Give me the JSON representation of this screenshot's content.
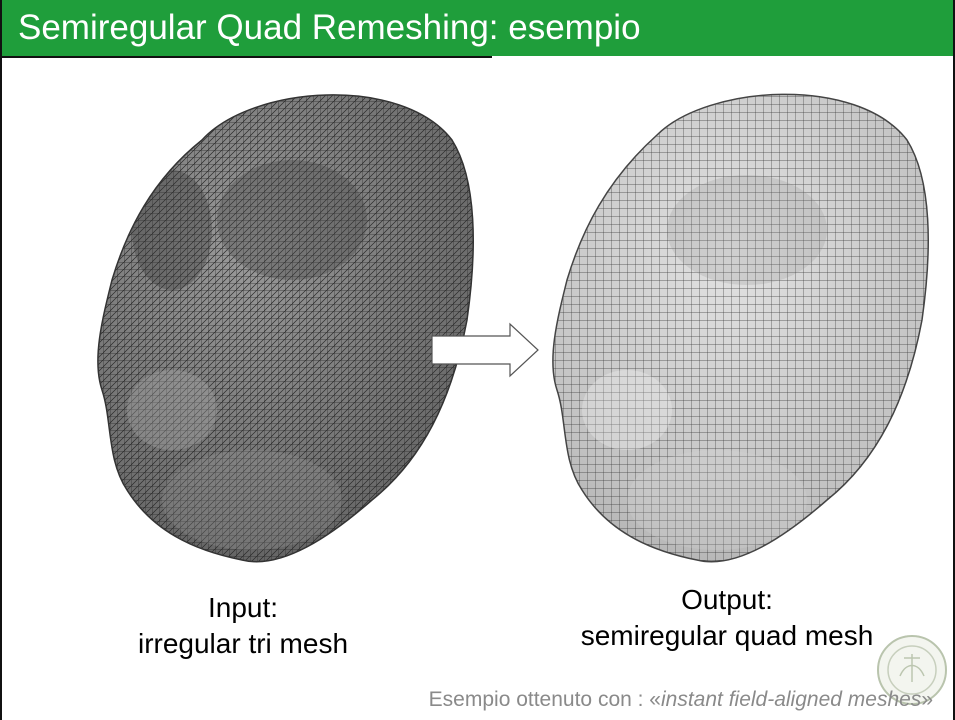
{
  "slide": {
    "title": "Semiregular Quad Remeshing: esempio",
    "input_caption_line1": "Input:",
    "input_caption_line2": "irregular tri mesh",
    "output_caption_line1": "Output:",
    "output_caption_line2": "semiregular quad mesh",
    "credit_prefix": "Esempio ottenuto con : «",
    "credit_italic": "instant field-aligned meshes",
    "credit_suffix": "»"
  },
  "colors": {
    "title_bar": "#1f9e3b",
    "title_text": "#ffffff",
    "tri_mesh_fill": "#7d7d7d",
    "quad_mesh_fill": "#c9c9c9",
    "credit_text": "#8a8a8a"
  },
  "icons": {
    "arrow": "right-arrow-outline-icon",
    "seal": "university-seal-icon"
  }
}
